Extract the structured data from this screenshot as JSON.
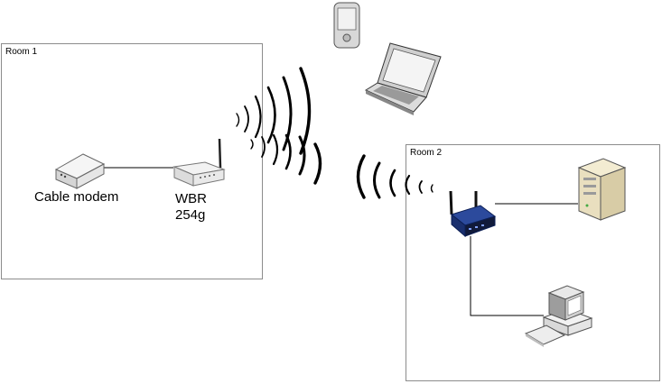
{
  "rooms": [
    {
      "label": "Room 1"
    },
    {
      "label": "Room 2"
    }
  ],
  "devices": {
    "cable_modem": {
      "label": "Cable modem"
    },
    "wbr": {
      "label_line1": "WBR",
      "label_line2": "254g"
    }
  },
  "icons": [
    "pda-icon",
    "laptop-icon",
    "cable-modem-icon",
    "wbr-router-icon",
    "wireless-router-icon",
    "server-tower-icon",
    "desktop-computer-icon",
    "wifi-waves-icon"
  ],
  "colors": {
    "border": "#8c8c8c",
    "router_blue": "#1f3e8a",
    "device_beige": "#f0e9d0"
  }
}
